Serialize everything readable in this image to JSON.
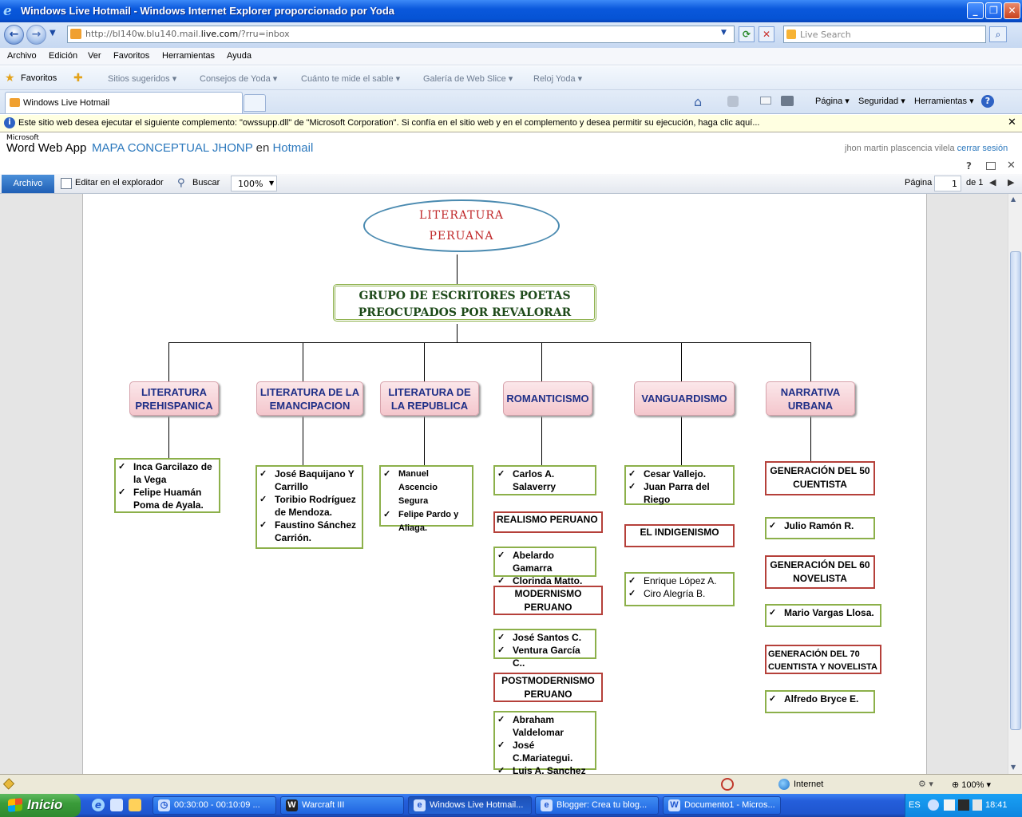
{
  "window": {
    "title": "Windows Live Hotmail - Windows Internet Explorer proporcionado por Yoda"
  },
  "address": {
    "url_prefix": "http://bl140w.blu140.mail.",
    "url_domain": "live.com",
    "url_suffix": "/?rru=inbox"
  },
  "search": {
    "placeholder": "Live Search"
  },
  "menu": [
    "Archivo",
    "Edición",
    "Ver",
    "Favoritos",
    "Herramientas",
    "Ayuda"
  ],
  "favorites": {
    "label": "Favoritos",
    "items": [
      "Sitios sugeridos ▾",
      "Consejos de Yoda ▾",
      "Cuánto te mide el sable ▾",
      "Galería de Web Slice ▾",
      "Reloj Yoda ▾"
    ]
  },
  "tab": {
    "label": "Windows Live Hotmail"
  },
  "commands": [
    "Página ▾",
    "Seguridad ▾",
    "Herramientas ▾"
  ],
  "infobar": {
    "text": "Este sitio web desea ejecutar el siguiente complemento: \"owssupp.dll\" de \"Microsoft Corporation\". Si confía en el sitio web y en el complemento y desea permitir su ejecución, haga clic aquí..."
  },
  "wordapp": {
    "microsoft": "Microsoft",
    "app_name": "Word Web App",
    "doc_title": "MAPA CONCEPTUAL JHONP",
    "en": "en",
    "hotmail": "Hotmail",
    "user": "jhon martin plascencia vilela",
    "signout": "cerrar sesión"
  },
  "ribbon": {
    "archivo": "Archivo",
    "edit": "Editar en el explorador",
    "find": "Buscar",
    "zoom": "100%",
    "page_label": "Página",
    "page_num": "1",
    "page_of": "de 1"
  },
  "map": {
    "root_line1": "LITERATURA",
    "root_line2": "PERUANA",
    "main_line1": "GRUPO DE ESCRITORES POETAS",
    "main_line2": "PREOCUPADOS POR REVALORAR",
    "cats": [
      "LITERATURA PREHISPANICA",
      "LITERATURA  DE LA EMANCIPACION",
      "LITERATURA  DE LA REPUBLICA",
      "ROMANTICISMO",
      "VANGUARDISMO",
      "NARRATIVA URBANA"
    ],
    "prehisp": [
      "Inca Garcilazo de la Vega",
      "Felipe Huamán Poma de Ayala."
    ],
    "emancip": [
      "José Baquijano Y Carrillo",
      "Toribio Rodríguez de Mendoza.",
      "Faustino Sánchez Carrión."
    ],
    "republica": [
      "Manuel Ascencio Segura",
      "Felipe Pardo y Aliaga."
    ],
    "romant": [
      "Carlos A. Salaverry"
    ],
    "realismo": "REALISMO  PERUANO",
    "realismo_list": [
      "Abelardo Gamarra",
      "Clorinda Matto."
    ],
    "modernismo": "MODERNISMO PERUANO",
    "modernismo_list": [
      "José Santos C.",
      "Ventura García C.."
    ],
    "postmod": "POSTMODERNISMO PERUANO",
    "postmod_list": [
      "Abraham Valdelomar",
      "José C.Mariategui.",
      "Luis A. Sanchez"
    ],
    "vanguard": [
      "Cesar Vallejo.",
      "Juan Parra del Riego"
    ],
    "indigenismo": "EL  INDIGENISMO",
    "indig_list": [
      "Enrique López A.",
      "Ciro Alegría B."
    ],
    "gen50": "GENERACIÓN DEL 50 CUENTISTA",
    "gen50_list": [
      "Julio Ramón R."
    ],
    "gen60": "GENERACIÓN DEL 60 NOVELISTA",
    "gen60_list": [
      "Mario Vargas Llosa."
    ],
    "gen70": "GENERACIÓN  DEL  70 CUENTISTA  Y NOVELISTA",
    "gen70_list": [
      "Alfredo Bryce E."
    ]
  },
  "status": {
    "zone": "Internet",
    "zoom": "100%"
  },
  "taskbar": {
    "start": "Inicio",
    "tasks": [
      "00:30:00 - 00:10:09 ...",
      "Warcraft III",
      "Windows Live Hotmail...",
      "Blogger: Crea tu blog...",
      "Documento1 - Micros..."
    ],
    "lang": "ES",
    "clock": "18:41"
  }
}
